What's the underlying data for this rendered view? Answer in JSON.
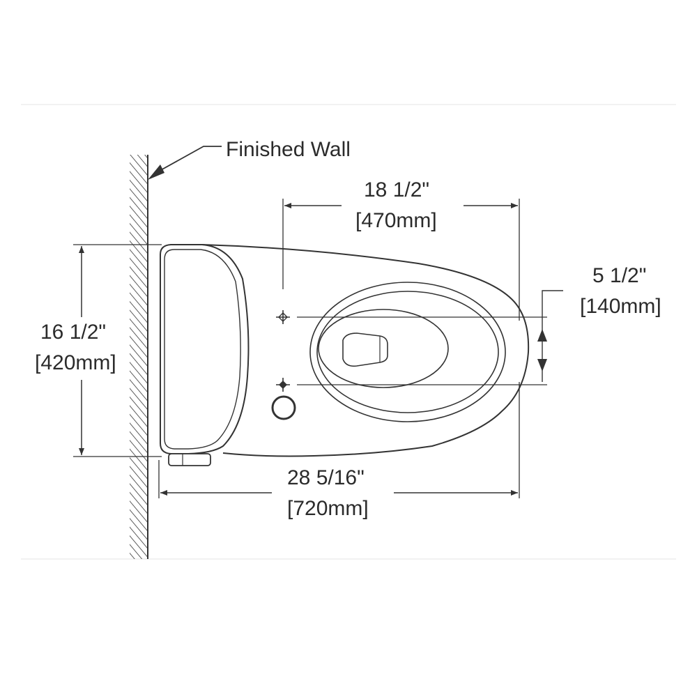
{
  "wall_label": "Finished Wall",
  "dimensions": {
    "bowl_depth": {
      "imperial": "18 1/2\"",
      "metric": "[470mm]"
    },
    "mount_spacing": {
      "imperial": "5 1/2\"",
      "metric": "[140mm]"
    },
    "width": {
      "imperial": "16 1/2\"",
      "metric": "[420mm]"
    },
    "overall_depth": {
      "imperial": "28 5/16\"",
      "metric": "[720mm]"
    }
  },
  "colors": {
    "line": "#333333",
    "text": "#2b2b2b",
    "background": "#ffffff"
  }
}
